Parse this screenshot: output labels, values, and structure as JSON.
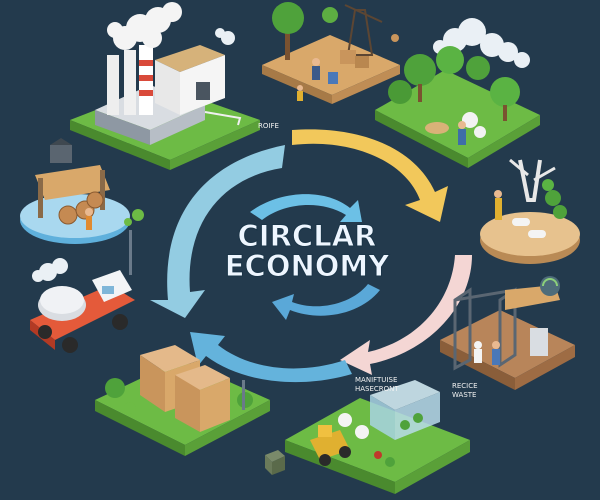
{
  "diagram": {
    "title_line1": "CIRCLAR",
    "title_line2": "ECONOMY",
    "labels": {
      "factory_tag": "ROIFE",
      "recycle_tag_line1": "MANIFTUISE",
      "recycle_tag_line2": "HASECRONT",
      "waste_tag_line1": "RECICE",
      "waste_tag_line2": "WASTE"
    },
    "colors": {
      "background": "#233a4d",
      "arrow_blue": "#8ccde6",
      "arrow_mid_blue": "#5fb0dc",
      "arrow_yellow": "#f2c85b",
      "arrow_pink": "#f4d4d2",
      "grass": "#6dbb45",
      "soil": "#d9a86a",
      "title_fill": "#eef6ff"
    }
  }
}
